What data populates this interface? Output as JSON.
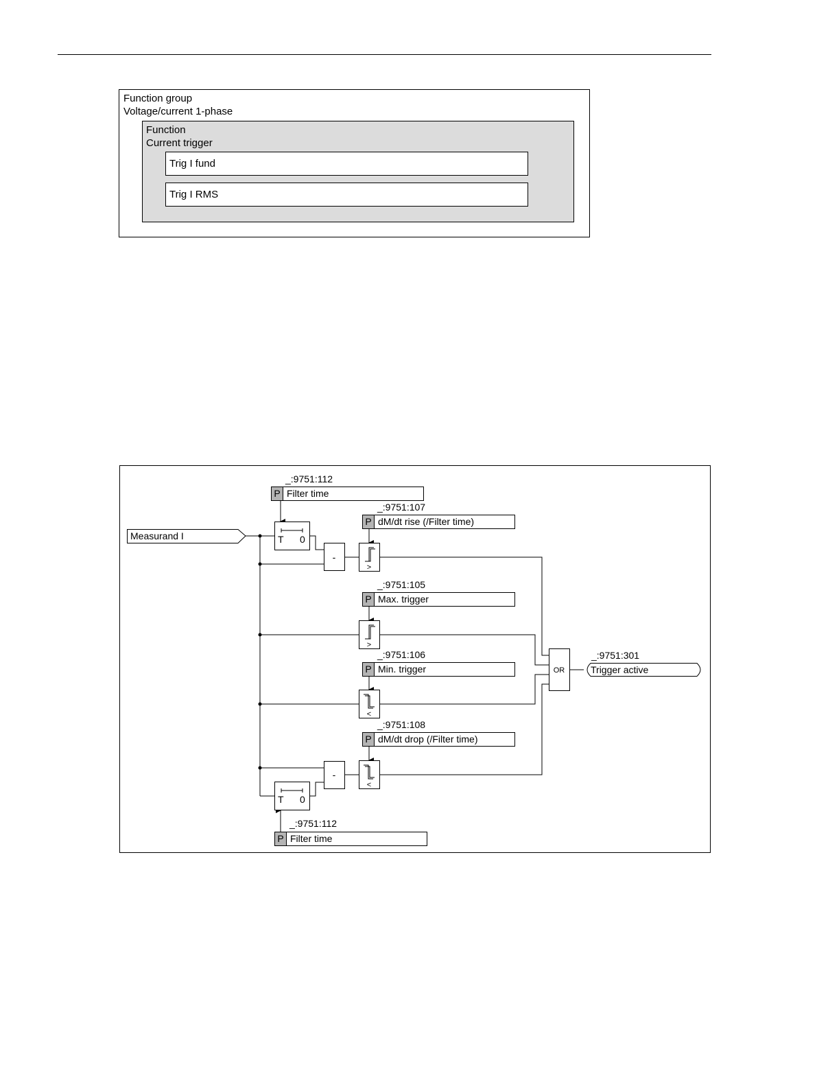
{
  "structure": {
    "group_heading": "Function group",
    "group_name": "Voltage/current 1-phase",
    "function_heading": "Function",
    "function_name": "Current trigger",
    "blocks": [
      "Trig I fund",
      "Trig I RMS"
    ]
  },
  "logic": {
    "input": "Measurand I",
    "output": "Trigger active",
    "output_id": "_:9751:301",
    "or_label": "OR",
    "param_marker": "P",
    "timer_t": "T",
    "timer_zero": "0",
    "minus": "-",
    "gt": ">",
    "lt": "<",
    "params": [
      {
        "id": "_:9751:112",
        "name": "Filter time"
      },
      {
        "id": "_:9751:107",
        "name": "dM/dt rise (/Filter time)"
      },
      {
        "id": "_:9751:105",
        "name": "Max. trigger"
      },
      {
        "id": "_:9751:106",
        "name": "Min. trigger"
      },
      {
        "id": "_:9751:108",
        "name": "dM/dt drop (/Filter time)"
      },
      {
        "id": "_:9751:112",
        "name": "Filter time"
      }
    ]
  },
  "colors": {
    "function_fill": "#dcdcdc",
    "param_marker_fill": "#b4b4b4",
    "line": "#000000"
  }
}
